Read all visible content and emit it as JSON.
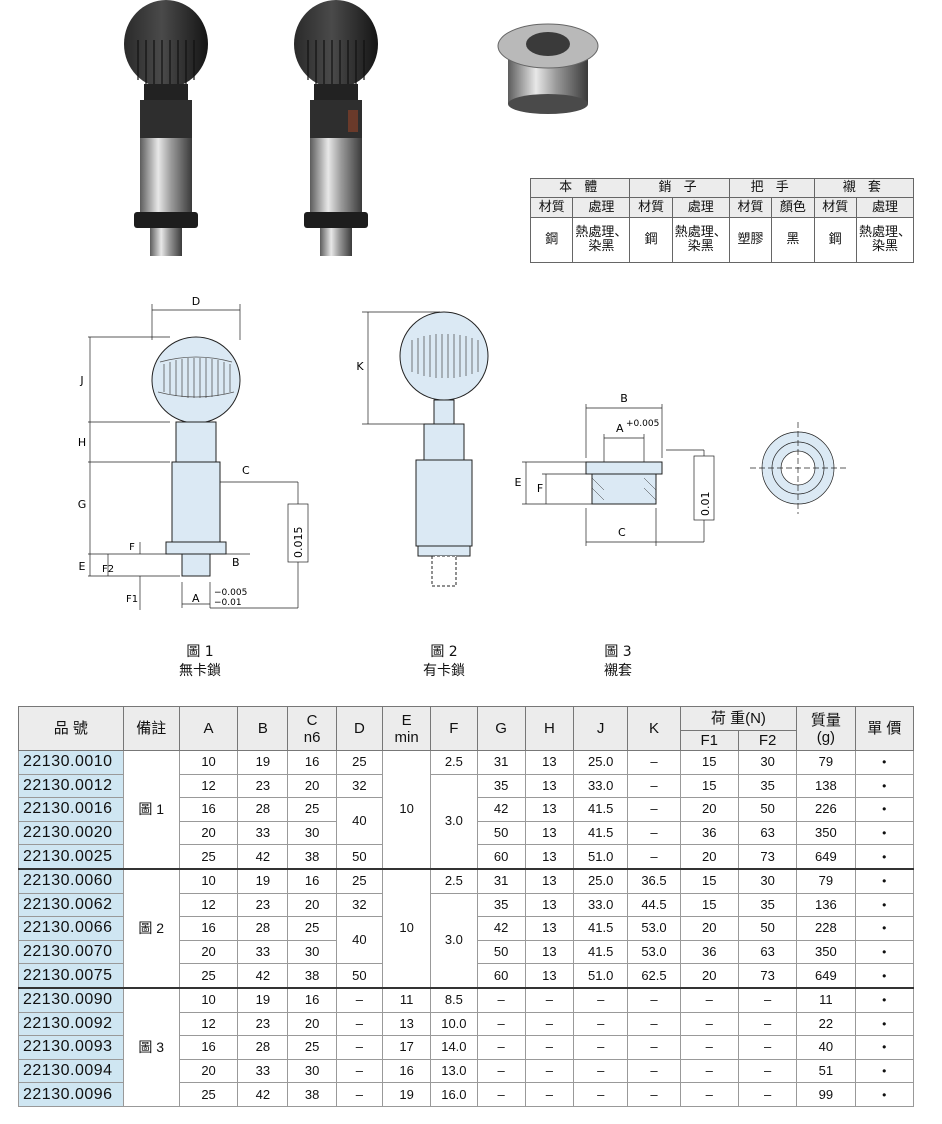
{
  "materials": {
    "groups": [
      "本 體",
      "銷 子",
      "把 手",
      "襯 套"
    ],
    "subheaders": [
      "材質",
      "處理",
      "材質",
      "處理",
      "材質",
      "顏色",
      "材質",
      "處理"
    ],
    "values": [
      "鋼",
      "熱處理、染黑",
      "鋼",
      "熱處理、染黑",
      "塑膠",
      "黑",
      "鋼",
      "熱處理、染黑"
    ]
  },
  "drawings": {
    "fig1": {
      "dims": [
        "D",
        "J",
        "H",
        "G",
        "E",
        "F2",
        "F1",
        "F",
        "C",
        "B",
        "A"
      ],
      "tol_a_upper": "−0.005",
      "tol_a_lower": "−0.01",
      "concentricity": "0.015"
    },
    "fig2": {
      "dims": [
        "K"
      ]
    },
    "fig3": {
      "dims": [
        "B",
        "A",
        "E",
        "F",
        "C"
      ],
      "tol_a": "+0.005",
      "concentricity": "0.01"
    }
  },
  "captions": [
    {
      "number": "圖 1",
      "label": "無卡鎖"
    },
    {
      "number": "圖 2",
      "label": "有卡鎖"
    },
    {
      "number": "圖 3",
      "label": "襯套"
    }
  ],
  "table": {
    "headers": {
      "part_no": "品 號",
      "note": "備註",
      "A": "A",
      "B": "B",
      "C": "C",
      "C_sub": "n6",
      "D": "D",
      "E": "E",
      "E_sub": "min",
      "F": "F",
      "G": "G",
      "H": "H",
      "J": "J",
      "K": "K",
      "load": "荷 重(N)",
      "F1": "F1",
      "F2": "F2",
      "mass": "質量",
      "mass_unit": "(g)",
      "price": "單 價"
    },
    "groups": [
      {
        "note": "圖 1",
        "E": "10",
        "rows": [
          {
            "pn": "22130.0010",
            "A": "10",
            "B": "19",
            "C": "16",
            "D": "25",
            "F": "2.5",
            "G": "31",
            "H": "13",
            "J": "25.0",
            "K": "–",
            "F1": "15",
            "F2": "30",
            "mass": "79",
            "price": "•"
          },
          {
            "pn": "22130.0012",
            "A": "12",
            "B": "23",
            "C": "20",
            "D": "32",
            "F": "3.0",
            "G": "35",
            "H": "13",
            "J": "33.0",
            "K": "–",
            "F1": "15",
            "F2": "35",
            "mass": "138",
            "price": "•"
          },
          {
            "pn": "22130.0016",
            "A": "16",
            "B": "28",
            "C": "25",
            "D": "40",
            "G": "42",
            "H": "13",
            "J": "41.5",
            "K": "–",
            "F1": "20",
            "F2": "50",
            "mass": "226",
            "price": "•"
          },
          {
            "pn": "22130.0020",
            "A": "20",
            "B": "33",
            "C": "30",
            "G": "50",
            "H": "13",
            "J": "41.5",
            "K": "–",
            "F1": "36",
            "F2": "63",
            "mass": "350",
            "price": "•"
          },
          {
            "pn": "22130.0025",
            "A": "25",
            "B": "42",
            "C": "38",
            "D": "50",
            "G": "60",
            "H": "13",
            "J": "51.0",
            "K": "–",
            "F1": "20",
            "F2": "73",
            "mass": "649",
            "price": "•"
          }
        ]
      },
      {
        "note": "圖 2",
        "E": "10",
        "rows": [
          {
            "pn": "22130.0060",
            "A": "10",
            "B": "19",
            "C": "16",
            "D": "25",
            "F": "2.5",
            "G": "31",
            "H": "13",
            "J": "25.0",
            "K": "36.5",
            "F1": "15",
            "F2": "30",
            "mass": "79",
            "price": "•"
          },
          {
            "pn": "22130.0062",
            "A": "12",
            "B": "23",
            "C": "20",
            "D": "32",
            "F": "3.0",
            "G": "35",
            "H": "13",
            "J": "33.0",
            "K": "44.5",
            "F1": "15",
            "F2": "35",
            "mass": "136",
            "price": "•"
          },
          {
            "pn": "22130.0066",
            "A": "16",
            "B": "28",
            "C": "25",
            "D": "40",
            "G": "42",
            "H": "13",
            "J": "41.5",
            "K": "53.0",
            "F1": "20",
            "F2": "50",
            "mass": "228",
            "price": "•"
          },
          {
            "pn": "22130.0070",
            "A": "20",
            "B": "33",
            "C": "30",
            "G": "50",
            "H": "13",
            "J": "41.5",
            "K": "53.0",
            "F1": "36",
            "F2": "63",
            "mass": "350",
            "price": "•"
          },
          {
            "pn": "22130.0075",
            "A": "25",
            "B": "42",
            "C": "38",
            "D": "50",
            "G": "60",
            "H": "13",
            "J": "51.0",
            "K": "62.5",
            "F1": "20",
            "F2": "73",
            "mass": "649",
            "price": "•"
          }
        ]
      },
      {
        "note": "圖 3",
        "rows": [
          {
            "pn": "22130.0090",
            "A": "10",
            "B": "19",
            "C": "16",
            "D": "–",
            "E": "11",
            "F": "8.5",
            "G": "–",
            "H": "–",
            "J": "–",
            "K": "–",
            "F1": "–",
            "F2": "–",
            "mass": "11",
            "price": "•"
          },
          {
            "pn": "22130.0092",
            "A": "12",
            "B": "23",
            "C": "20",
            "D": "–",
            "E": "13",
            "F": "10.0",
            "G": "–",
            "H": "–",
            "J": "–",
            "K": "–",
            "F1": "–",
            "F2": "–",
            "mass": "22",
            "price": "•"
          },
          {
            "pn": "22130.0093",
            "A": "16",
            "B": "28",
            "C": "25",
            "D": "–",
            "E": "17",
            "F": "14.0",
            "G": "–",
            "H": "–",
            "J": "–",
            "K": "–",
            "F1": "–",
            "F2": "–",
            "mass": "40",
            "price": "•"
          },
          {
            "pn": "22130.0094",
            "A": "20",
            "B": "33",
            "C": "30",
            "D": "–",
            "E": "16",
            "F": "13.0",
            "G": "–",
            "H": "–",
            "J": "–",
            "K": "–",
            "F1": "–",
            "F2": "–",
            "mass": "51",
            "price": "•"
          },
          {
            "pn": "22130.0096",
            "A": "25",
            "B": "42",
            "C": "38",
            "D": "–",
            "E": "19",
            "F": "16.0",
            "G": "–",
            "H": "–",
            "J": "–",
            "K": "–",
            "F1": "–",
            "F2": "–",
            "mass": "99",
            "price": "•"
          }
        ]
      }
    ]
  }
}
